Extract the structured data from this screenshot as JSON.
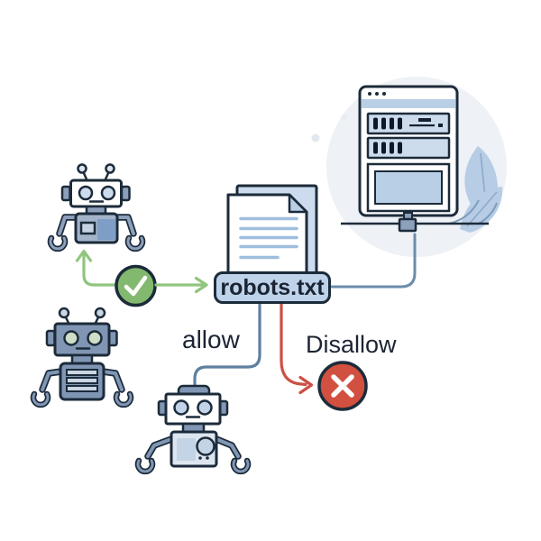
{
  "diagram": {
    "robots_txt_label": "robots.txt",
    "allow_label": "allow",
    "disallow_label": "Disallow"
  },
  "icons": {
    "check-circle-icon": "white checkmark in green circle",
    "cross-circle-icon": "white X in red circle",
    "robot-crawler-top-icon": "light robot with antennae (allowed crawler)",
    "robot-bottom-left-icon": "dark slate robot with antennae",
    "robot-allowed-icon": "light robot reached via allow path",
    "document-icon": "paper sheets with folded corner",
    "web-server-icon": "server window with racks and dots",
    "plug-icon": "network plug connector",
    "plant-leaf-icon": "decorative blue leaves",
    "arrow-up-icon": "green arrow to crawler",
    "arrow-right-icon": "green arrow to robots.txt",
    "arrow-red-icon": "red arrow to cross circle"
  },
  "colors": {
    "outline": "#1c2b3a",
    "text": "#1b2433",
    "check_green": "#83b96f",
    "arrow_green": "#8fc57e",
    "cross_red": "#d2503f",
    "red_line": "#cc5045",
    "blue_line": "#5d7f9f",
    "connector": "#6b8dac",
    "label_fill": "#bed3ea",
    "panel_blue": "#b9cfe6",
    "doc_back": "#ccdcee",
    "doc_line": "#9fbedd",
    "slate": "#8096b4",
    "slate_light": "#8ca0bc",
    "body_gray": "#a3b4ca",
    "body_light": "#dde6f0",
    "eye_blue": "#ccdcec",
    "eye_green": "#cfdec6",
    "leaf": "#b7cde6",
    "blob": "#eef1f5"
  }
}
